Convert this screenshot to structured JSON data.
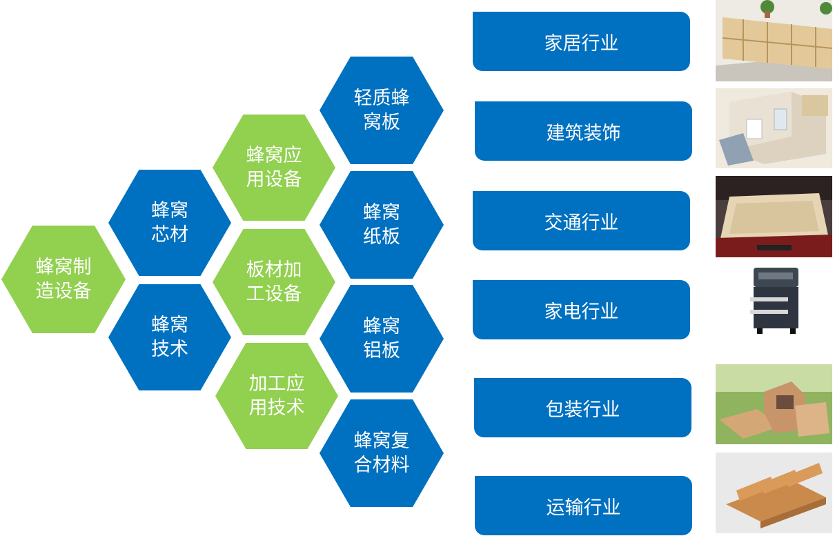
{
  "hexagons": [
    {
      "label": "蜂窝制\n造设备",
      "color": "#92d050"
    },
    {
      "label": "蜂窝\n芯材",
      "color": "#0070c0"
    },
    {
      "label": "蜂窝\n技术",
      "color": "#0070c0"
    },
    {
      "label": "蜂窝应\n用设备",
      "color": "#92d050"
    },
    {
      "label": "板材加\n工设备",
      "color": "#92d050"
    },
    {
      "label": "加工应\n用技术",
      "color": "#92d050"
    },
    {
      "label": "轻质蜂\n窝板",
      "color": "#0070c0"
    },
    {
      "label": "蜂窝\n纸板",
      "color": "#0070c0"
    },
    {
      "label": "蜂窝\n铝板",
      "color": "#0070c0"
    },
    {
      "label": "蜂窝复\n合材料",
      "color": "#0070c0"
    }
  ],
  "industries": [
    {
      "label": "家居行业",
      "image": "furniture-shelves-photo"
    },
    {
      "label": "建筑装饰",
      "image": "bathroom-interior-photo"
    },
    {
      "label": "交通行业",
      "image": "car-trunk-photo"
    },
    {
      "label": "家电行业",
      "image": "appliance-cart-photo"
    },
    {
      "label": "包装行业",
      "image": "cardboard-packaging-photo"
    },
    {
      "label": "运输行业",
      "image": "honeycomb-pallet-photo"
    }
  ]
}
